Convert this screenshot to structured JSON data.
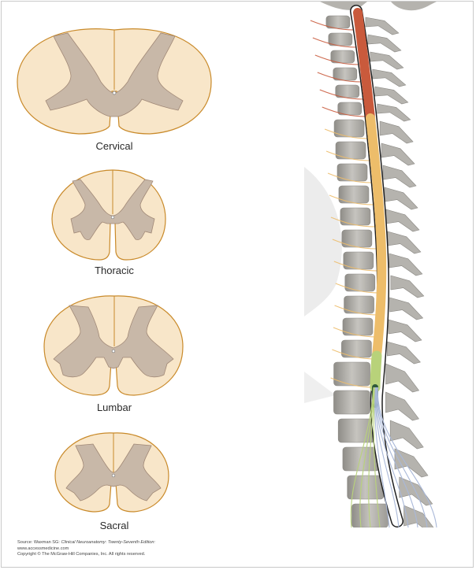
{
  "figure": {
    "sections": [
      {
        "id": "cervical",
        "label": "Cervical"
      },
      {
        "id": "thoracic",
        "label": "Thoracic"
      },
      {
        "id": "lumbar",
        "label": "Lumbar"
      },
      {
        "id": "sacral",
        "label": "Sacral"
      }
    ],
    "source": {
      "prefix": "Source: Waxman SG: ",
      "book": "Clinical Neuroanatomy: Twenty-Seventh Edition:",
      "site": "www.accessmedicine.com",
      "copyright": "Copyright © The McGraw-Hill Companies, Inc. All rights reserved."
    },
    "watermark": "Clinical Neuroanatomy",
    "colors": {
      "white_matter": "#f8e6c9",
      "gray_matter": "#c8b8a8",
      "outline": "#c98a2a",
      "cervical_cord": "#c95a3c",
      "thoracic_cord": "#edbd6a",
      "lumbar_cord": "#b8d27a",
      "sacral_cord": "#2f5a3a",
      "cauda_nerves": "#a9b8d8",
      "vertebra": "#b5b3ae"
    }
  }
}
